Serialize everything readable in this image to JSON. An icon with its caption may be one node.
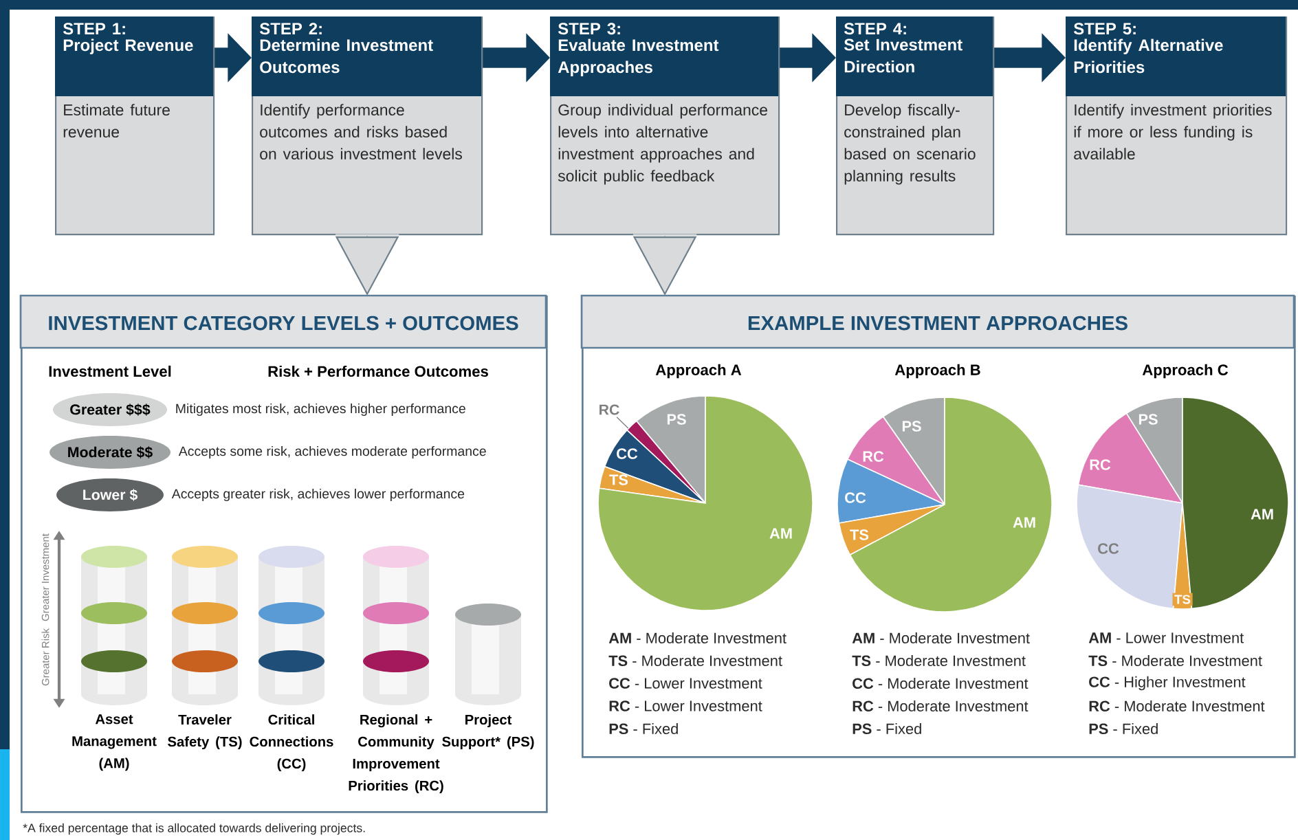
{
  "diagram": {
    "nodes": [
      {
        "text": [
          "STEP 1:",
          "Project Revenue",
          "Estimate future revenue"
        ]
      },
      {
        "text": [
          "STEP 2:",
          "Determine Investment Outcomes",
          "Identify performance outcomes and risks based on various investment levels"
        ]
      },
      {
        "text": [
          "STEP 3:",
          "Evaluate Investment Approaches",
          "Group individual performance levels into alternative investment approaches and solicit public feedback"
        ]
      },
      {
        "text": [
          "STEP 4:",
          "Set Investment Direction",
          "Develop fiscally-constrained plan based on scenario planning results"
        ]
      },
      {
        "text": [
          "STEP 5:",
          "Identify Alternative Priorities",
          "Identify investment priorities if more or less funding is available"
        ]
      },
      {
        "text": [
          "INVESTMENT CATEGORY LEVELS + OUTCOMES"
        ]
      },
      {
        "text": [
          "Greater $$$"
        ],
        "in": 5,
        "beside": [
          "Mitigates most risk, achieves higher performance"
        ]
      },
      {
        "text": [
          "Moderate $$"
        ],
        "in": 5,
        "beside": [
          "Accepts some risk, achieves moderate performance"
        ]
      },
      {
        "text": [
          "Lower $"
        ],
        "in": 5,
        "beside": [
          "Accepts greater risk, achieves lower performance"
        ]
      },
      {
        "text": [
          "EXAMPLE INVESTMENT APPROACHES"
        ]
      },
      {
        "text": [
          "RC"
        ],
        "in": 9
      },
      {
        "text": [],
        "shape": "circle",
        "in": 9
      },
      {
        "text": [],
        "shape": "circle",
        "in": 9
      },
      {
        "text": [],
        "shape": "circle",
        "in": 9
      }
    ],
    "edges": [
      {
        "from": 0,
        "to": 1,
        "arrow": "to"
      },
      {
        "from": 1,
        "to": 2,
        "arrow": "to"
      },
      {
        "from": 2,
        "to": 3,
        "arrow": "to"
      },
      {
        "from": 3,
        "to": 4,
        "arrow": "to"
      },
      {
        "from": 1,
        "to": 5,
        "arrow": "to",
        "color": "#6e7f8c"
      },
      {
        "from": 2,
        "to": 9,
        "arrow": "to",
        "color": "#6e7f8c"
      },
      {
        "from": 10,
        "to": 11,
        "arrow": "none",
        "color": "#808080"
      }
    ],
    "labels": [
      "Investment Level",
      "Risk + Performance Outcomes",
      "Greater Investment",
      "Greater Risk",
      "Asset Management (AM)",
      "Traveler Safety (TS)",
      "Critical Connections (CC)",
      "Regional + Community Improvement Priorities (RC)",
      "Project Support* (PS)",
      "*A fixed percentage that is allocated towards delivering projects.",
      "Approach A",
      "Approach B",
      "Approach C",
      "PS",
      "CC",
      "TS",
      "AM",
      "PS",
      "RC",
      "CC",
      "TS",
      "AM",
      "PS",
      "RC",
      "CC",
      "TS",
      "AM",
      "**AM** - Moderate Investment",
      "**TS** - Moderate Investment",
      "**CC** - Lower Investment",
      "**RC** - Lower Investment",
      "**PS** - Fixed",
      "**AM** - Moderate Investment",
      "**TS** - Moderate Investment",
      "**CC** - Moderate Investment",
      "**RC** - Moderate Investment",
      "**PS** - Fixed",
      "**AM** - Lower Investment",
      "**TS** - Moderate Investment",
      "**CC** - Higher Investment",
      "**RC** - Moderate Investment",
      "**PS** - Fixed"
    ]
  }
}
